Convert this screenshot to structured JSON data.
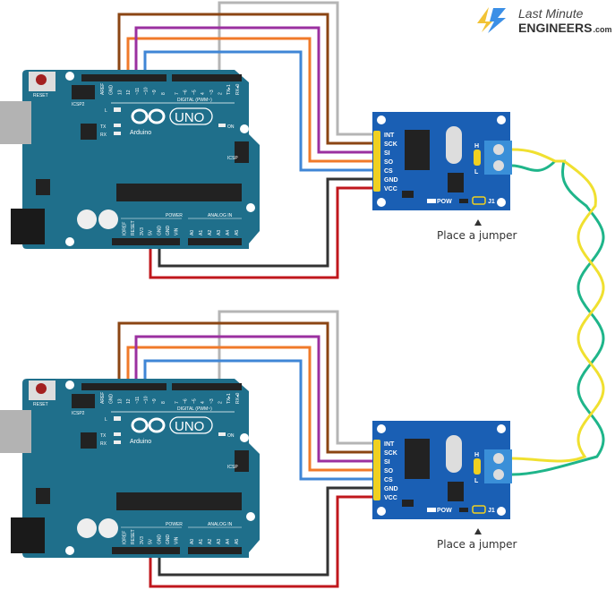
{
  "logo": {
    "line1": "Last Minute",
    "line2": "ENGINEERS",
    "suffix": ".com",
    "colors": {
      "bolt_left": "#f2c335",
      "bolt_right": "#3b8fe6"
    }
  },
  "arduino": {
    "reset_label": "RESET",
    "icsp2_label": "ICSP2",
    "icsp_label": "ICSP",
    "led_l": "L",
    "led_tx": "TX",
    "led_rx": "RX",
    "led_on": "ON",
    "brand": "Arduino",
    "model": "UNO",
    "digital_label": "DIGITAL (PWM~)",
    "power_label": "POWER",
    "analog_label": "ANALOG IN",
    "top_pins": [
      "AREF",
      "GND",
      "13",
      "12",
      "~11",
      "~10",
      "~9",
      "8",
      "7",
      "~6",
      "~5",
      "4",
      "~3",
      "2",
      "TX▸1",
      "RX◂0"
    ],
    "power_pins": [
      "IOREF",
      "RESET",
      "3V3",
      "5V",
      "GND",
      "GND",
      "VIN"
    ],
    "analog_pins": [
      "A0",
      "A1",
      "A2",
      "A3",
      "A4",
      "A5"
    ],
    "board_color": "#1f6f8b"
  },
  "module": {
    "pins": [
      "INT",
      "SCK",
      "SI",
      "SO",
      "CS",
      "GND",
      "VCC"
    ],
    "h_label": "H",
    "l_label": "L",
    "pow_label": "POW",
    "j1_label": "J1",
    "board_color": "#1a5fb4"
  },
  "captions": {
    "top": "Place a jumper",
    "bottom": "Place a jumper"
  },
  "wires": {
    "INT": "#b5b5b5",
    "SCK": "#8b4513",
    "SI": "#9b30a0",
    "SO": "#f07a2a",
    "CS": "#3f86d6",
    "GND": "#333333",
    "VCC": "#c0171c",
    "can_h": "#f0e030",
    "can_l": "#1fb58a"
  }
}
